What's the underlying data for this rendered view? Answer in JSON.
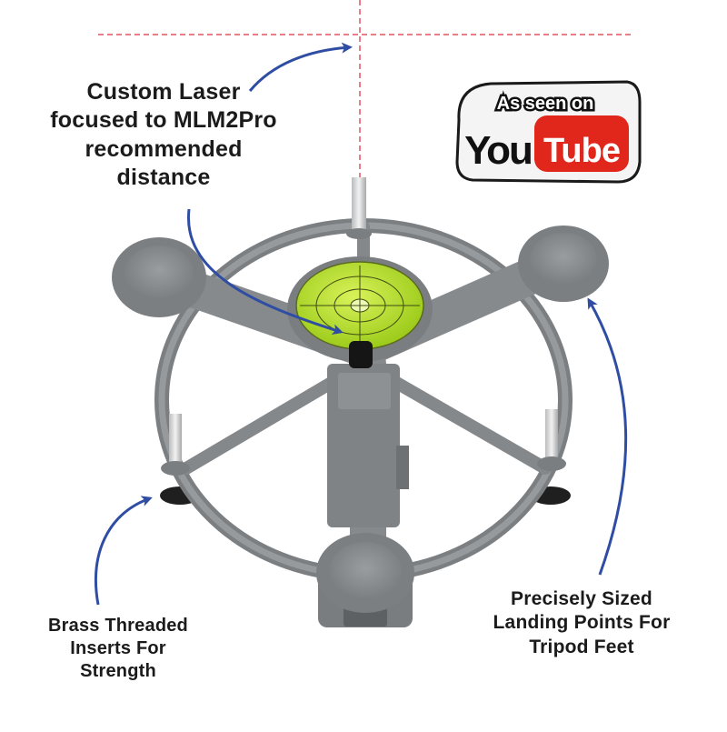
{
  "callouts": {
    "laser": "Custom Laser\nfocused to MLM2Pro\nrecommended\ndistance",
    "brass": "Brass Threaded\nInserts For\nStrength",
    "tripod": "Precisely Sized\nLanding Points For\nTripod Feet"
  },
  "badge": {
    "top_text": "As seen on",
    "you_text": "You",
    "tube_text": "Tube"
  },
  "colors": {
    "arrow": "#2f4ea3",
    "laser_line": "#e05560",
    "plastic": "#8c8f92",
    "bubble": "#b6e52a",
    "youtube_red": "#e1261c"
  },
  "icons": [
    "youtube-logo",
    "laser-alignment-stand",
    "bubble-level-icon"
  ]
}
